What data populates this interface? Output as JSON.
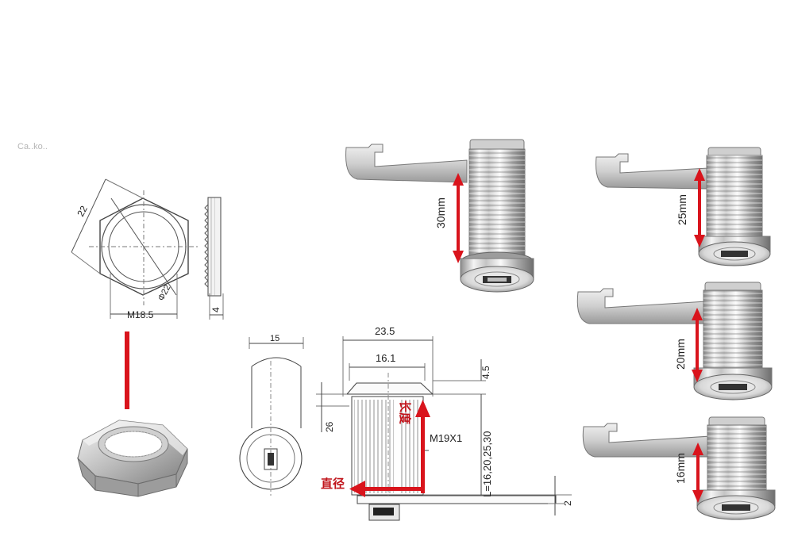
{
  "header_text": "Ca..ko..",
  "nut_drawing": {
    "width_label": "22",
    "diameter_label": "Φ22",
    "thread_label": "M18.5",
    "thickness_label": "4"
  },
  "front_view": {
    "width_label": "15"
  },
  "side_drawing": {
    "outer_width_label": "23.5",
    "inner_width_label": "16.1",
    "top_offset_label": "4.5",
    "flange_label": "26",
    "thread_label": "M19X1",
    "length_label": "L=16,20,25,30",
    "cam_thickness_label": "2",
    "length_cn": "长度",
    "diameter_cn": "直径"
  },
  "lock_sizes": [
    {
      "label": "30mm"
    },
    {
      "label": "25mm"
    },
    {
      "label": "20mm"
    },
    {
      "label": "16mm"
    }
  ],
  "colors": {
    "accent_red": "#d9141c",
    "line": "#555555",
    "chrome_light": "#f2f2f2",
    "chrome_dark": "#8a8a8a"
  }
}
